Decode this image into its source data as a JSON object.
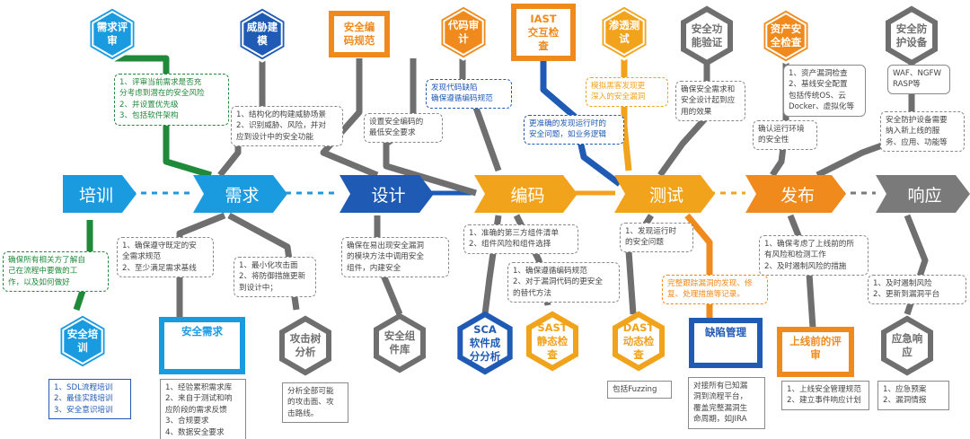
{
  "stages": [
    {
      "id": "training",
      "label": "培训",
      "color": "#1a9be0"
    },
    {
      "id": "requirements",
      "label": "需求",
      "color": "#1a9be0"
    },
    {
      "id": "design",
      "label": "设计",
      "color": "#1f5bb5"
    },
    {
      "id": "coding",
      "label": "编码",
      "color": "#f2a31c"
    },
    {
      "id": "testing",
      "label": "测试",
      "color": "#f2a31c"
    },
    {
      "id": "release",
      "label": "发布",
      "color": "#f08a1c"
    },
    {
      "id": "response",
      "label": "响应",
      "color": "#7a7a7a"
    }
  ],
  "top_nodes": [
    {
      "id": "req-review",
      "label": "需求评\n审",
      "style": "hex",
      "color": "#1a9be0"
    },
    {
      "id": "threat-model",
      "label": "威胁建\n模",
      "style": "hex",
      "color": "#1f5bb5"
    },
    {
      "id": "secure-coding-spec",
      "label": "安全编\n码规范",
      "style": "card",
      "color": "#f08a1c"
    },
    {
      "id": "code-audit",
      "label": "代码审\n计",
      "style": "hex",
      "color": "#f08a1c"
    },
    {
      "id": "iast",
      "label": "IAST\n交互检\n查",
      "style": "card",
      "color": "#f08a1c"
    },
    {
      "id": "pentest",
      "label": "渗透测\n试",
      "style": "hex",
      "color": "#f2a31c"
    },
    {
      "id": "sec-func-verify",
      "label": "安全功\n能验证",
      "style": "hexw",
      "color": "#6f6f6f"
    },
    {
      "id": "asset-check",
      "label": "资产安\n全检查",
      "style": "hex",
      "color": "#f08a1c"
    },
    {
      "id": "sec-device",
      "label": "安全防\n护设备",
      "style": "hexw",
      "color": "#6f6f6f"
    }
  ],
  "bottom_nodes": [
    {
      "id": "sec-training",
      "label": "安全培\n训",
      "style": "hex",
      "color": "#1a9be0"
    },
    {
      "id": "sec-requirements",
      "label": "安全需求",
      "style": "cardsq",
      "color": "#1a9be0"
    },
    {
      "id": "attack-tree",
      "label": "攻击树\n分析",
      "style": "hexw",
      "color": "#6f6f6f"
    },
    {
      "id": "sec-component-lib",
      "label": "安全组\n件库",
      "style": "hexg",
      "color": "#6f6f6f"
    },
    {
      "id": "sca",
      "label": "SCA\n软件成\n分分析",
      "style": "hexb",
      "color": "#1f5bb5"
    },
    {
      "id": "sast",
      "label": "SAST\n静态检\n查",
      "style": "hexo",
      "color": "#f2a31c"
    },
    {
      "id": "dast",
      "label": "DAST\n动态检\n查",
      "style": "hexo",
      "color": "#f2a31c"
    },
    {
      "id": "defect-mgmt",
      "label": "缺陷管理",
      "style": "cardsq",
      "color": "#1f5bb5"
    },
    {
      "id": "pre-release-review",
      "label": "上线前的评\n审",
      "style": "cardsq",
      "color": "#f08a1c"
    },
    {
      "id": "emergency-response",
      "label": "应急响\n应",
      "style": "hexw",
      "color": "#6f6f6f"
    }
  ],
  "annotations": {
    "req_review_note": "1、评审当前需求是否充\n分考虑到潜在的安全风险\n2、并设置优先级\n3、包括软件架构",
    "threat_model_note": "1、结构化的构建威胁场景\n2、识别威胁、风险，并对\n应到设计中的安全功能",
    "secure_coding_note": "设置安全编码的\n最低安全要求",
    "code_audit_note": "发现代码缺陷\n确保遵循编码规范",
    "iast_note": "更准确的发现运行时的\n安全问题，如业务逻辑",
    "pentest_note": "模拟黑客发现更\n深入的安全漏洞",
    "sec_func_note": "确保安全需求和\n安全设计起到应\n用的效果",
    "asset_check_list": "1、资产漏洞检查\n2、基线安全配置\n包括传统OS、云\nDocker、虚拟化等",
    "release_note": "确认运行环境\n的安全性",
    "sec_device_list": "WAF、NGFW\nRASP等",
    "sec_device_note": "安全防护设备需要\n纳入新上线的服\n务、应用、功能等",
    "training_note": "确保所有相关方了解自\n己在流程中要做的工\n作，以及如何做好",
    "req_note": "1、确保遵守既定的安\n全需求规范\n2、至少满足需求基线",
    "attack_surface_note": "1、最小化攻击面\n2、将防御措施更新\n到设计中；",
    "design_note": "确保在易出现安全漏洞\n的模块方法中调用安全\n组件，内建安全",
    "coding_note": "1、准确的第三方组件清单\n2、组件风险和组件选择",
    "sast_note": "1、确保遵循编码规范\n2、对于漏洞代码的更安全\n的替代方法",
    "test_note": "1、发现运行时\n的安全问题",
    "track_note": "完整跟踪漏洞的发现、修\n复、处理措施等记录。",
    "release_bottom_note": "1、确保考虑了上线前的所\n有风险和检测工作\n2、及时遏制风险的措施",
    "response_note": "1、及时遏制风险\n2、更新到漏洞平台",
    "training_list": "1、SDL流程培训\n2、最佳实践培训\n3、安全意识培训",
    "req_list": "1、经验累积需求库\n2、来自于测试和响\n应阶段的需求反馈\n3、合规要求\n4、数据安全要求",
    "attack_tree_note": "分析全部可能\n的攻击面、攻\n击路线。",
    "dast_note": "包括Fuzzing",
    "defect_note": "对接所有已知漏\n洞到流程平台，\n覆盖完整漏洞生\n命周期，如JIRA",
    "pre_release_list": "1、上线安全管理规范\n2、建立事件响应计划",
    "emergency_list": "1、应急预案\n2、漏洞情报"
  }
}
